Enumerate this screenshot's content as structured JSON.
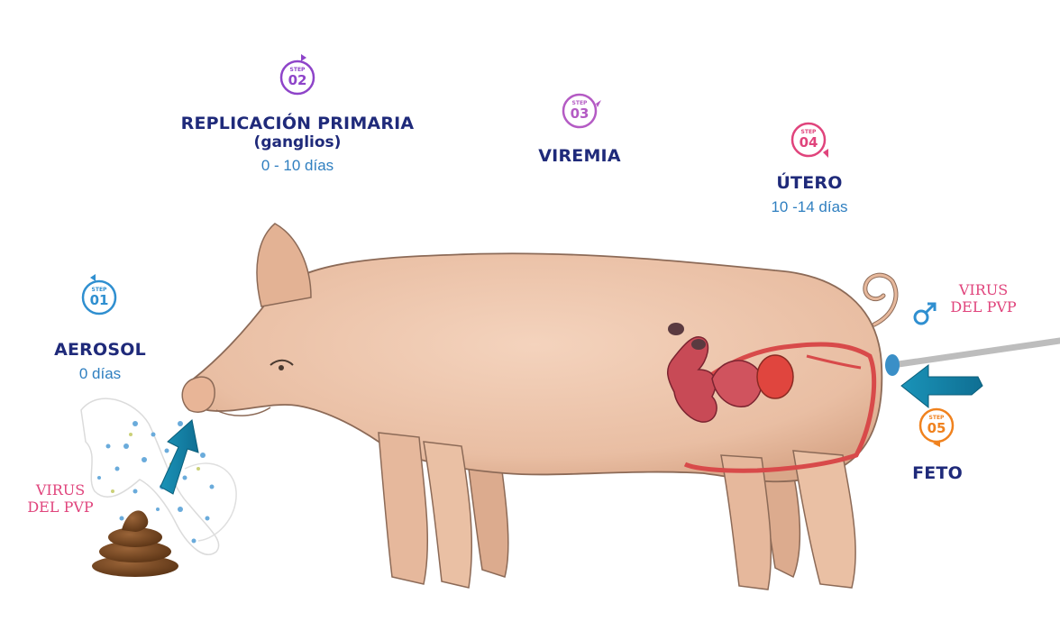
{
  "steps": [
    {
      "step_word": "STEP",
      "number": "01",
      "title": "AEROSOL",
      "days": "0 días",
      "color": "#2f8fd0"
    },
    {
      "step_word": "STEP",
      "number": "02",
      "title": "REPLICACIÓN PRIMARIA",
      "subtitle": "(ganglios)",
      "days": "0 - 10 días",
      "color": "#8e44c9"
    },
    {
      "step_word": "STEP",
      "number": "03",
      "title": "VIREMIA",
      "color": "#b45bc4"
    },
    {
      "step_word": "STEP",
      "number": "04",
      "title": "ÚTERO",
      "days": "10 -14 días",
      "color": "#e0447c"
    },
    {
      "step_word": "STEP",
      "number": "05",
      "title": "FETO",
      "color": "#f0821e"
    }
  ],
  "virus_left": {
    "line1": "VIRUS",
    "line2": "DEL PVP"
  },
  "virus_right": {
    "line1": "VIRUS",
    "line2": "DEL PVP"
  },
  "icons": [
    "male-symbol-icon",
    "feces-icon",
    "arrow-icon",
    "semen-catheter-icon"
  ],
  "colors": {
    "title": "#1f2a7a",
    "days": "#2f7fc0",
    "virus": "#e0447c",
    "pig": "#eec1a6",
    "arrow": "#1a93b8"
  }
}
